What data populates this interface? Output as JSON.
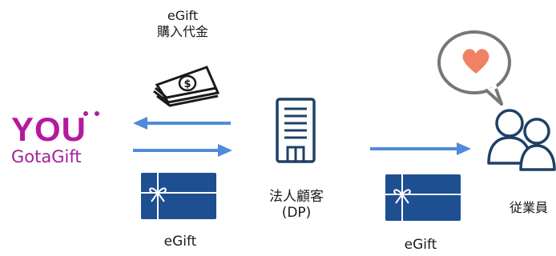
{
  "logo": {
    "brand": "YOU",
    "name": "GotaGift"
  },
  "payment": {
    "line1": "eGift",
    "line2": "購入代金"
  },
  "corporate": {
    "line1": "法人顧客",
    "line2": "(DP)"
  },
  "card_left_label": "eGift",
  "card_right_label": "eGift",
  "employees_label": "従業員",
  "colors": {
    "brand_purple": "#b31aa0",
    "arrow_blue": "#4f8bd8",
    "card_blue": "#1d4f91",
    "icon_navy": "#1f4065",
    "heart": "#ef8264",
    "bubble_stroke": "#777777"
  },
  "icons": [
    "money-icon",
    "building-icon",
    "gift-card-icon",
    "people-icon",
    "speech-bubble-icon",
    "heart-icon"
  ]
}
